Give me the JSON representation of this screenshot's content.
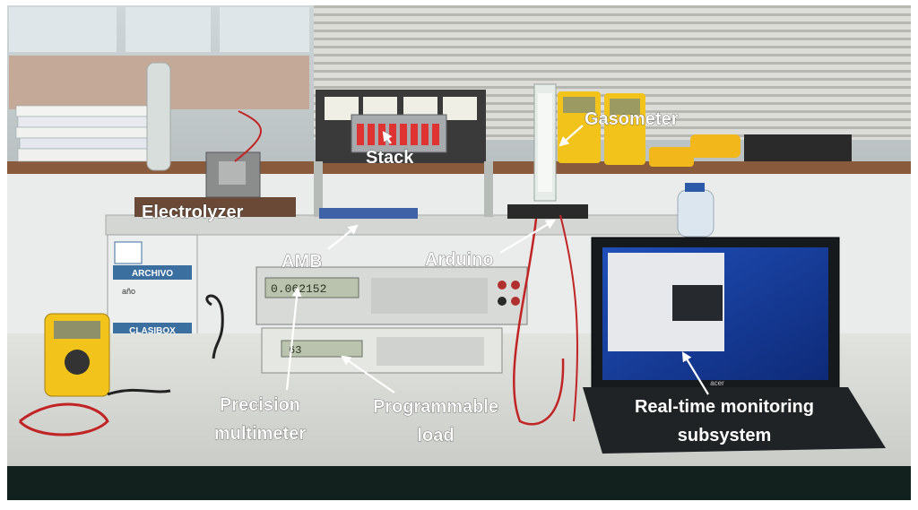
{
  "labels": {
    "gasometer": "Gasometer",
    "stack": "Stack",
    "electrolyzer": "Electrolyzer",
    "amb": "AMB",
    "arduino": "Arduino",
    "precision_line1": "Precision",
    "precision_line2": "multimeter",
    "programmable_line1": "Programmable",
    "programmable_line2": "load",
    "monitoring_line1": "Real-time monitoring",
    "monitoring_line2": "subsystem"
  },
  "equipment_text": {
    "binder_brand": "ARCHIVO",
    "binder_field": "año",
    "binder_model": "CLASIBOX",
    "laptop_brand": "acer",
    "multimeter_display": "0.062152",
    "load_display": "63"
  },
  "colors": {
    "label_fill": "#ffffff",
    "wall": "#e9ecea",
    "bench": "#d8dbd7",
    "multimeter_yellow": "#f2c31b"
  }
}
